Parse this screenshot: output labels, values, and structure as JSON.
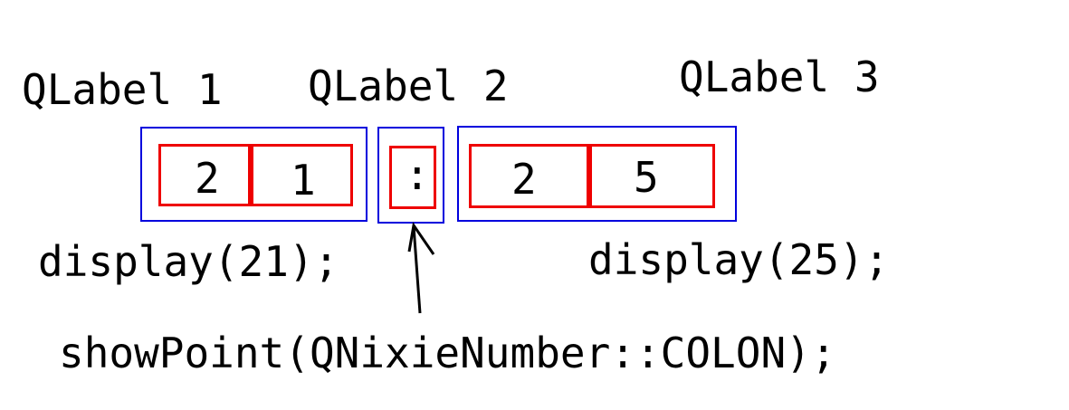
{
  "labels": {
    "qlabel1": "QLabel 1",
    "qlabel2": "QLabel 2",
    "qlabel3": "QLabel 3"
  },
  "digits": {
    "hours_tens": "2",
    "hours_ones": "1",
    "separator": ":",
    "minutes_tens": "2",
    "minutes_ones": "5"
  },
  "code": {
    "display_left": "display(21);",
    "display_right": "display(25);",
    "show_point": "showPoint(QNixieNumber::COLON);"
  },
  "colors": {
    "label_border": "#0000dd",
    "digit_border": "#ee0000",
    "text": "#000000"
  }
}
